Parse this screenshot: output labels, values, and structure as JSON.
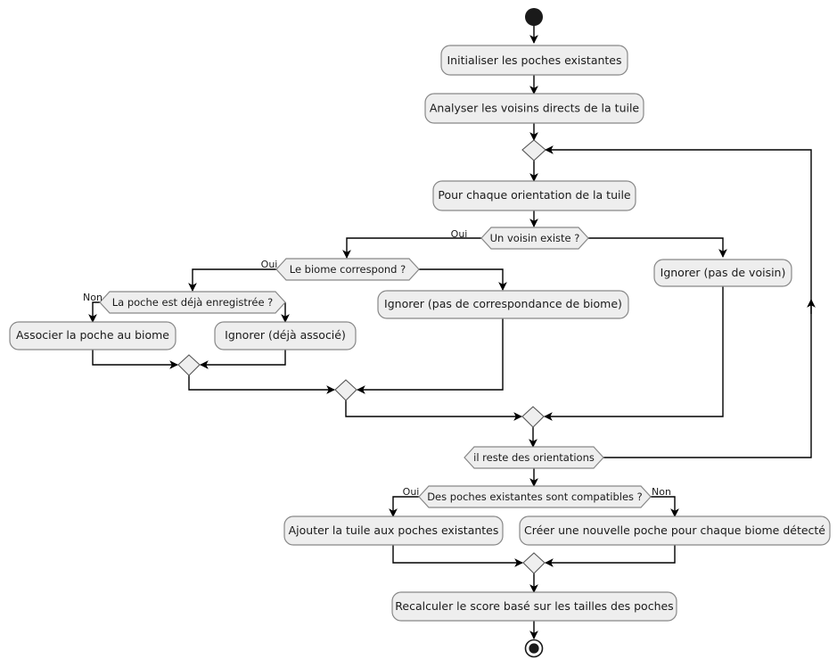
{
  "diagram": {
    "type": "uml-activity-diagram",
    "language": "fr",
    "background": "#ffffff",
    "node_fill": "#EEEEEE",
    "node_stroke": "#888888",
    "edge_color": "#000000",
    "start_label": "start-node",
    "end_label": "end-node",
    "activities": {
      "init": "Initialiser les poches existantes",
      "analyse": "Analyser les voisins directs de la tuile",
      "for_each": "Pour chaque orientation de la tuile",
      "ignore_no_neighbor": "Ignorer (pas de voisin)",
      "ignore_no_biome_match": "Ignorer (pas de correspondance de biome)",
      "associate": "Associer la poche au biome",
      "ignore_already": "Ignorer (déjà associé)",
      "add_tile": "Ajouter la tuile aux poches existantes",
      "create_pocket": "Créer une nouvelle poche pour chaque biome détecté",
      "recompute": "Recalculer le score basé sur les tailles des poches"
    },
    "decisions": {
      "neighbor_exists": "Un voisin existe ?",
      "biome_match": "Le biome correspond ?",
      "already_registered": "La poche est déjà enregistrée ?",
      "remaining_orientations": "il reste des orientations",
      "pockets_compatible": "Des poches existantes sont compatibles ?"
    },
    "guards": {
      "neighbor_exists_yes": "Oui",
      "biome_match_yes": "Oui",
      "already_registered_no": "Non",
      "pockets_compatible_yes": "Oui",
      "pockets_compatible_no": "Non"
    }
  }
}
